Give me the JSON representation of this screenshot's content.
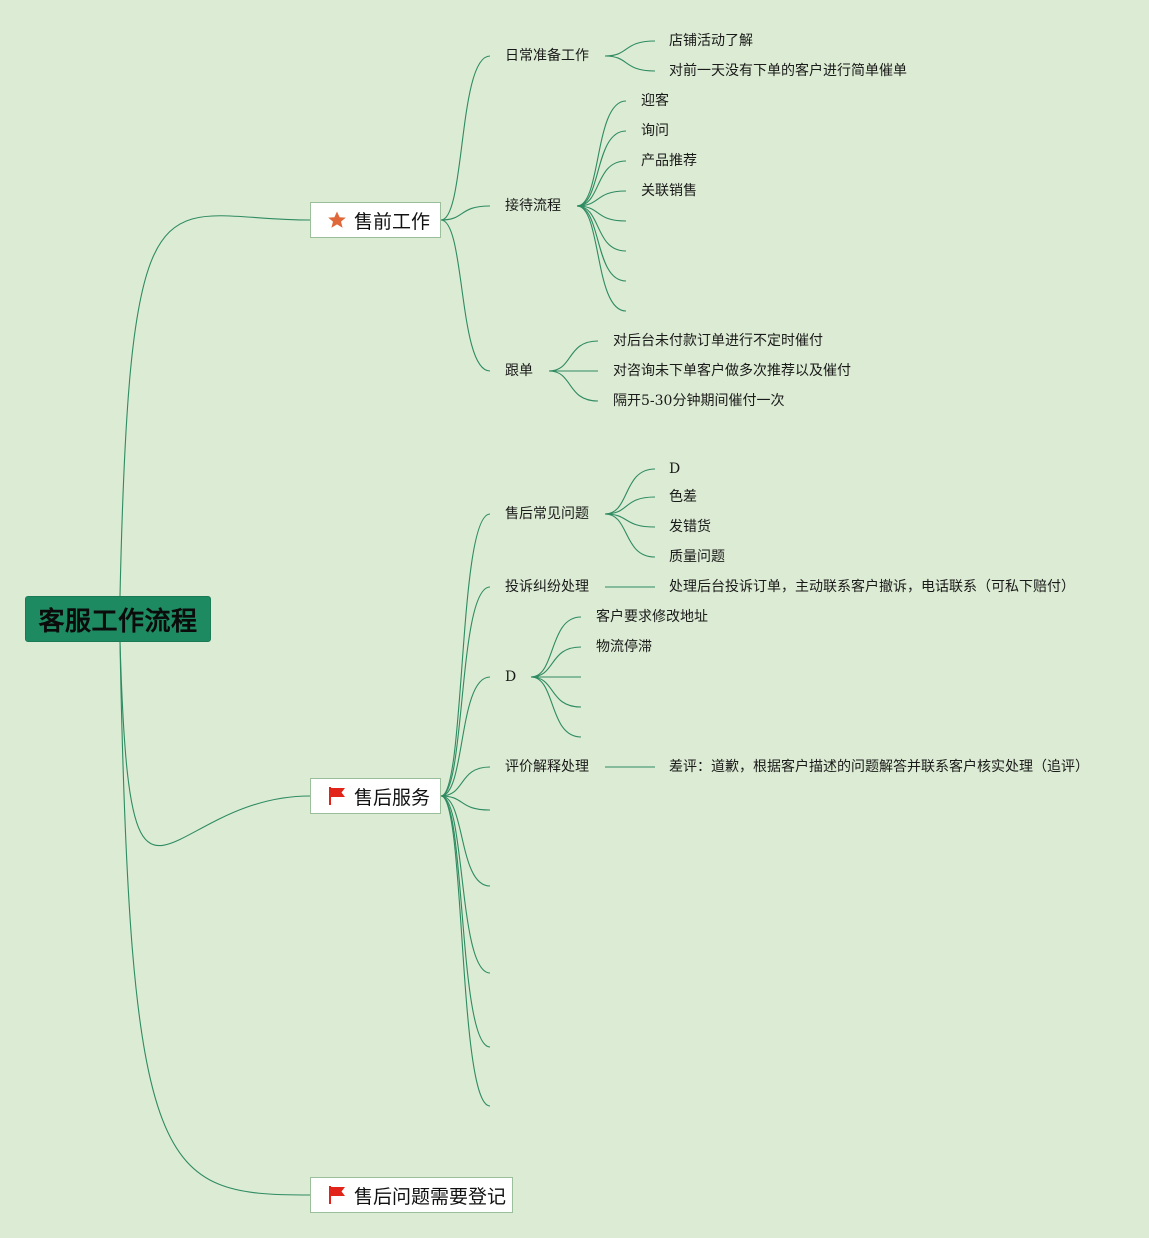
{
  "root": {
    "label": "客服工作流程",
    "color": "#1e8a62"
  },
  "branches": {
    "presale": {
      "label": "售前工作",
      "icon": "star-icon",
      "children": {
        "daily": {
          "label": "日常准备工作",
          "items": [
            "店铺活动了解",
            "对前一天没有下单的客户进行简单催单"
          ]
        },
        "reception": {
          "label": "接待流程",
          "items": [
            "迎客",
            "询问",
            "产品推荐",
            "关联销售",
            "",
            "",
            "",
            ""
          ]
        },
        "followup": {
          "label": "跟单",
          "items": [
            "对后台未付款订单进行不定时催付",
            "对咨询未下单客户做多次推荐以及催付",
            "隔开5-30分钟期间催付一次"
          ]
        }
      }
    },
    "aftersale": {
      "label": "售后服务",
      "icon": "flag-icon",
      "children": {
        "common": {
          "label": "售后常见问题",
          "items": [
            "D",
            "色差",
            "发错货",
            "质量问题"
          ]
        },
        "complaint": {
          "label": "投诉纠纷处理",
          "items": [
            "处理后台投诉订单，主动联系客户撤诉，电话联系（可私下赔付）"
          ]
        },
        "d": {
          "label": "D",
          "items": [
            "客户要求修改地址",
            "物流停滞",
            "",
            "",
            ""
          ]
        },
        "review": {
          "label": "评价解释处理",
          "items": [
            "差评：道歉，根据客户描述的问题解答并联系客户核实处理（追评）"
          ]
        }
      }
    },
    "register": {
      "label": "售后问题需要登记",
      "icon": "flag-icon"
    }
  },
  "colors": {
    "background": "#dcebd3",
    "line": "#2e8b62",
    "star": "#e0673a",
    "flag": "#e2231a"
  }
}
